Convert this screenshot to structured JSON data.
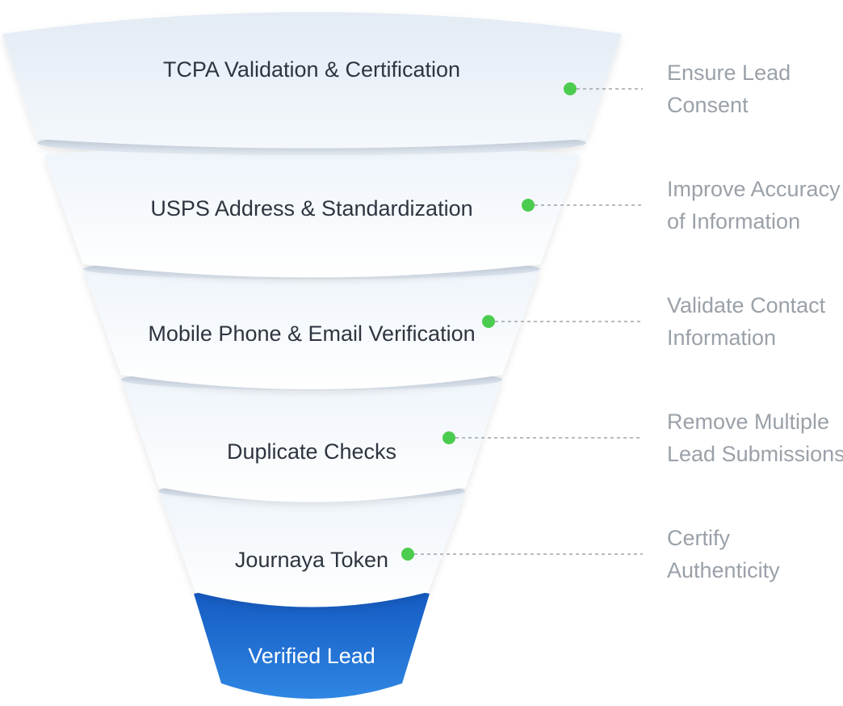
{
  "colors": {
    "stage_text": "#2f3640",
    "benefit_text": "#9aa1a9",
    "dot": "#4ccc4f",
    "connector": "#9ea4ab",
    "final_stage": "#1e6fd0"
  },
  "stages": [
    {
      "label": "TCPA Validation & Certification",
      "benefit_line1": "Ensure Lead",
      "benefit_line2": "Consent"
    },
    {
      "label": "USPS Address & Standardization",
      "benefit_line1": "Improve Accuracy",
      "benefit_line2": "of Information"
    },
    {
      "label": "Mobile Phone & Email Verification",
      "benefit_line1": "Validate Contact",
      "benefit_line2": "Information"
    },
    {
      "label": "Duplicate Checks",
      "benefit_line1": "Remove Multiple",
      "benefit_line2": "Lead Submissions"
    },
    {
      "label": "Journaya Token",
      "benefit_line1": "Certify",
      "benefit_line2": "Authenticity"
    }
  ],
  "final_stage": {
    "label": "Verified Lead"
  }
}
